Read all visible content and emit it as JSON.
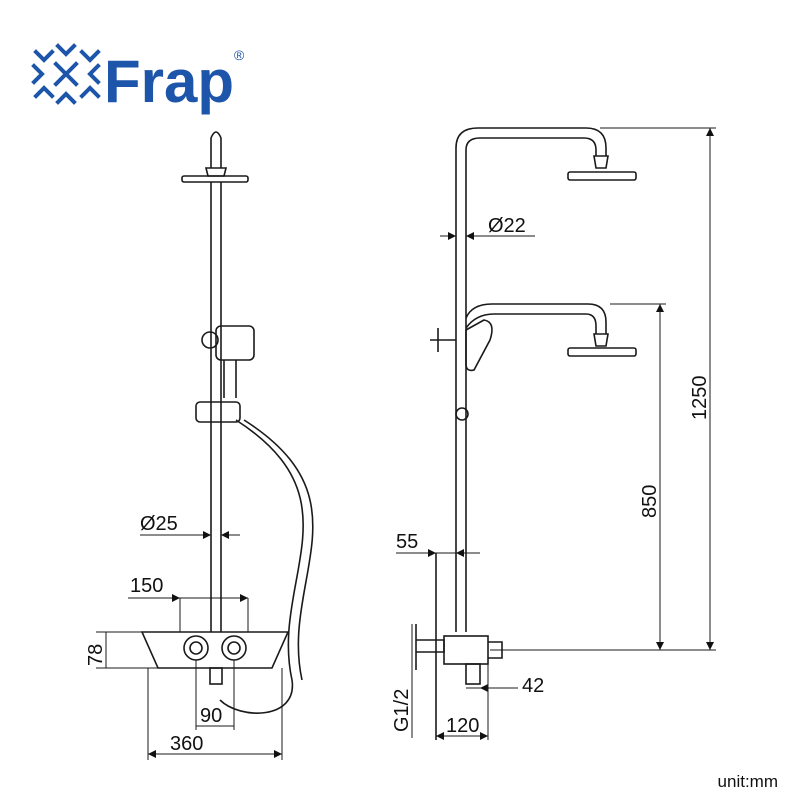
{
  "brand": {
    "name": "Frap",
    "registered_mark": "®",
    "color": "#1c55a9"
  },
  "unit_label": "unit:mm",
  "dimensions": {
    "pipe_diameter_front": "Ø25",
    "valve_width": "150",
    "valve_height": "78",
    "outlet_spacing": "90",
    "total_width": "360",
    "pipe_diameter_side": "Ø22",
    "wall_offset": "55",
    "inlet_thread": "G1/2",
    "inlet_depth": "120",
    "outlet_depth": "42",
    "handshower_height": "850",
    "total_height": "1250"
  }
}
